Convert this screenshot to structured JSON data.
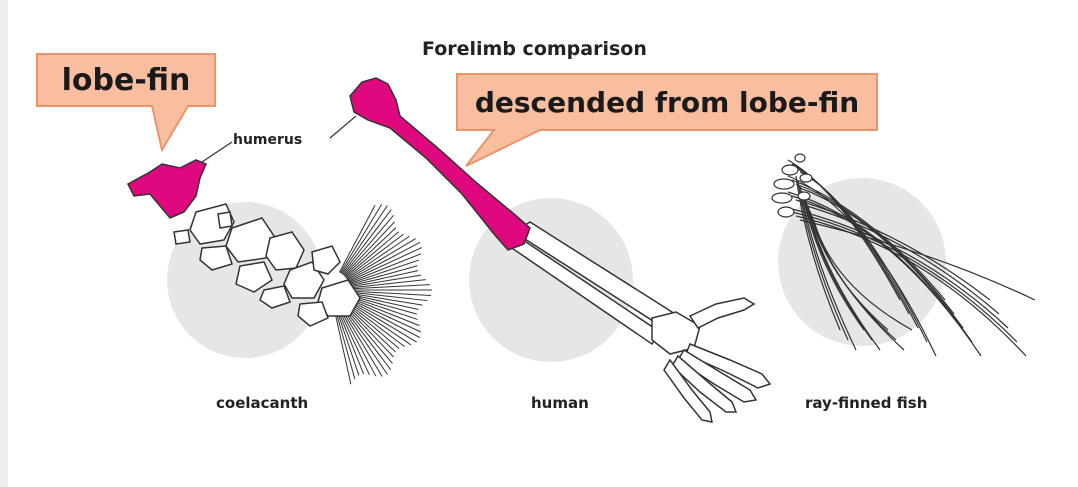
{
  "title": "Forelimb comparison",
  "labels": {
    "humerus": "humerus",
    "coelacanth": "coelacanth",
    "human": "human",
    "ray_finned_fish": "ray-finned fish"
  },
  "callouts": {
    "lobe_fin": "lobe-fin",
    "descended": "descended from lobe-fin"
  },
  "colors": {
    "highlight_bone": "#e0087f",
    "callout_fill": "#f9be9f",
    "callout_border": "#e8956b",
    "bone_fill": "#ffffff",
    "bone_outline": "#333333",
    "background_circle": "#e6e6e6"
  }
}
